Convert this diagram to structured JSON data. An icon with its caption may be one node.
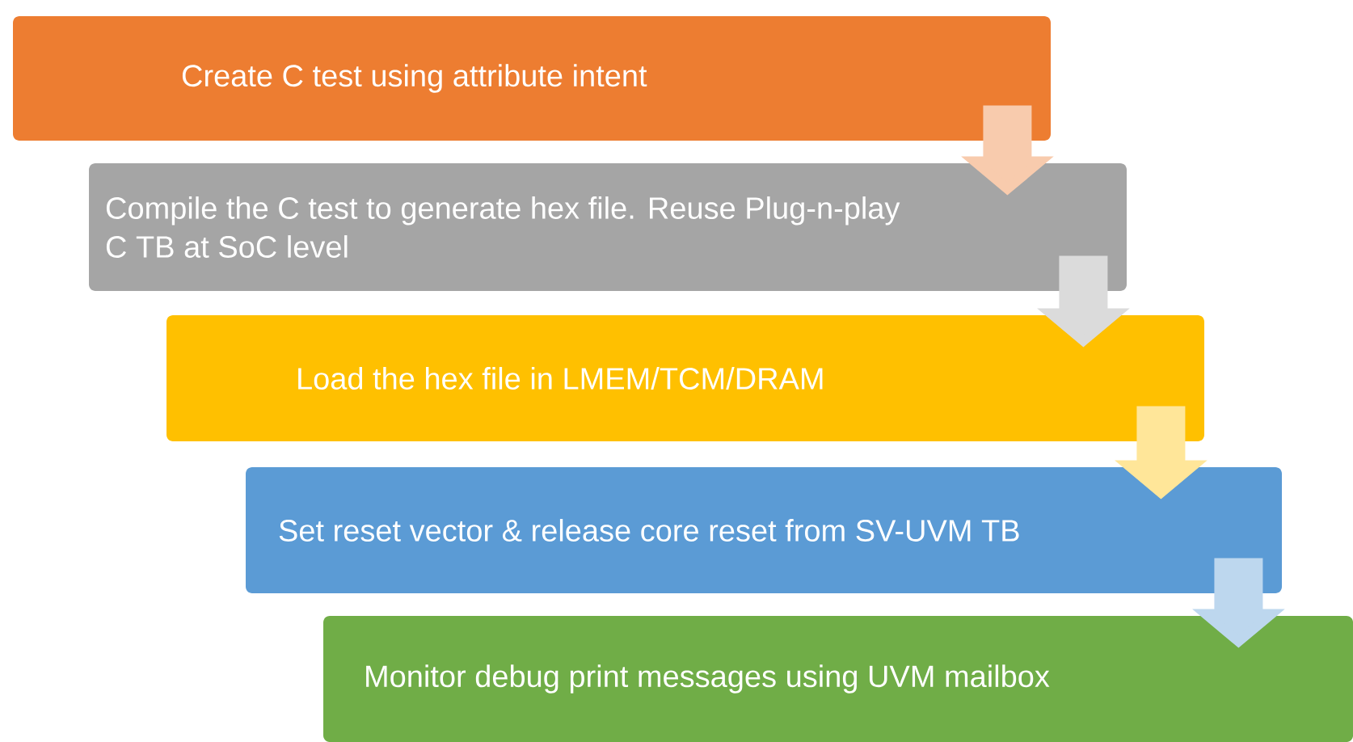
{
  "diagram": {
    "nodes": [
      {
        "text": [
          "Create C test using attribute intent"
        ]
      },
      {
        "text": [
          "Compile the C test to generate hex file. Reuse Plug-n-play C TB at SoC level"
        ]
      },
      {
        "text": [
          "Load the hex file in LMEM/TCM/DRAM"
        ]
      },
      {
        "text": [
          "Set reset vector & release core reset from SV-UVM TB"
        ]
      },
      {
        "text": [
          "Monitor debug print messages using UVM mailbox"
        ]
      }
    ],
    "edges": [
      {
        "from": 0,
        "to": 1,
        "arrow": "to"
      },
      {
        "from": 1,
        "to": 2,
        "arrow": "to"
      },
      {
        "from": 2,
        "to": 3,
        "arrow": "to"
      },
      {
        "from": 3,
        "to": 4,
        "arrow": "to"
      }
    ]
  }
}
